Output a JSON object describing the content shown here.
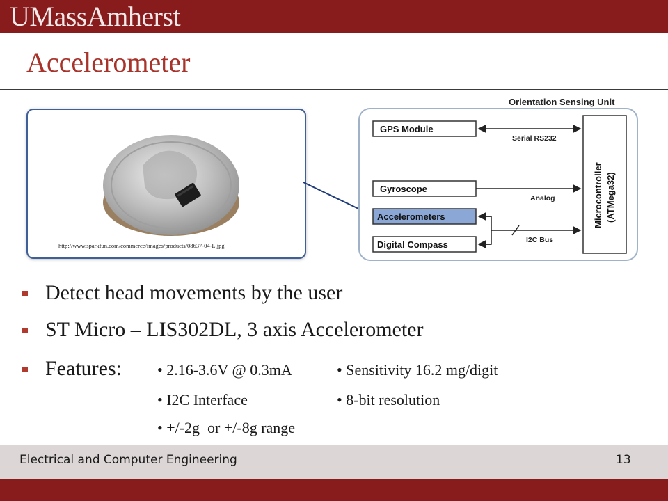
{
  "header": {
    "brand": "UMassAmherst",
    "title": "Accelerometer"
  },
  "photo": {
    "caption": "http://www.sparkfun.com/commerce/images/products/08637-04-L.jpg"
  },
  "diagram": {
    "title": "Orientation Sensing Unit",
    "blocks": [
      "GPS Module",
      "Gyroscope",
      "Accelerometers",
      "Digital Compass"
    ],
    "links": [
      "Serial RS232",
      "Analog",
      "I2C Bus"
    ],
    "controller_line1": "Microcontroller",
    "controller_line2": "(ATMega32)"
  },
  "bullets": [
    "Detect head movements by the user",
    "ST Micro – LIS302DL, 3 axis Accelerometer",
    "Features:"
  ],
  "features": {
    "col1": [
      "• 2.16-3.6V @ 0.3mA",
      "• I2C Interface",
      "• +/-2g  or +/-8g range"
    ],
    "col2": [
      "• Sensitivity 16.2 mg/digit",
      "• 8-bit resolution"
    ]
  },
  "footer": {
    "department": "Electrical and Computer Engineering",
    "page_number": "13"
  },
  "colors": {
    "brand_maroon": "#881c1c",
    "title_red": "#a8332b",
    "frame_blue": "#3e5f98",
    "highlight_blue": "#8aa7d6"
  }
}
